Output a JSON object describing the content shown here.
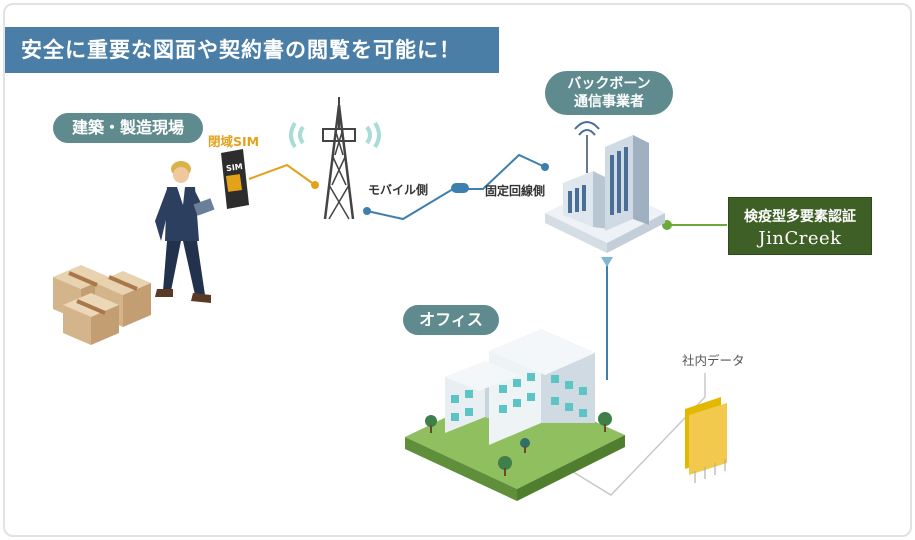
{
  "headline": "安全に重要な図面や契約書の閲覧を可能に！",
  "nodes": {
    "site": "建築・製造現場",
    "office": "オフィス",
    "backbone_line1": "バックボーン",
    "backbone_line2": "通信事業者"
  },
  "labels": {
    "closed_sim": "閉域SIM",
    "mobile_side": "モバイル側",
    "fixed_side": "固定回線側",
    "internal_data": "社内データ"
  },
  "sim_card_text": "SIM",
  "auth": {
    "line1": "検疫型多要素認証",
    "line2": "JinCreek"
  },
  "colors": {
    "headline_bg": "#4a7ea6",
    "pill_bg": "#5f8a8e",
    "auth_bg": "#3e5f25",
    "sim_line": "#e3a21a",
    "network_line": "#3f7fae",
    "green_link": "#6aaa3a"
  }
}
